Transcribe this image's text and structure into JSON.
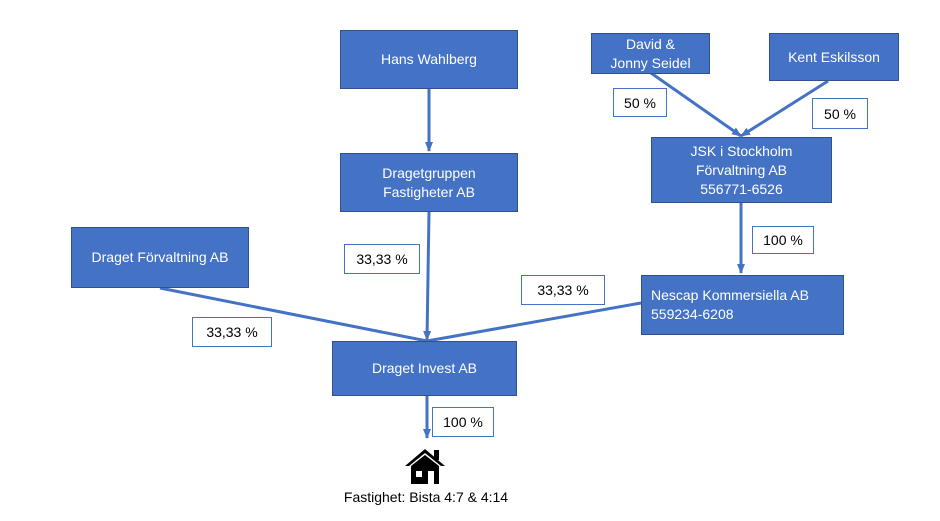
{
  "colors": {
    "node_fill": "#4472c4",
    "node_border": "#2f528f",
    "edge": "#4472c4"
  },
  "nodes": {
    "hans": {
      "lines": [
        "Hans Wahlberg"
      ]
    },
    "david": {
      "lines": [
        "David &",
        "Jonny Seidel"
      ]
    },
    "kent": {
      "lines": [
        "Kent Eskilsson"
      ]
    },
    "dragetgruppen": {
      "lines": [
        "Dragetgruppen",
        "Fastigheter AB"
      ]
    },
    "jsk": {
      "lines": [
        "JSK i Stockholm",
        "Förvaltning AB",
        "556771-6526"
      ]
    },
    "draget_forvaltning": {
      "lines": [
        "Draget Förvaltning AB"
      ]
    },
    "nescap": {
      "lines": [
        "Nescap Kommersiella AB",
        "559234-6208"
      ]
    },
    "draget_invest": {
      "lines": [
        "Draget Invest AB"
      ]
    }
  },
  "ownership": {
    "david_jsk": "50 %",
    "kent_jsk": "50 %",
    "jsk_nescap": "100 %",
    "dragetgruppen_invest": "33,33 %",
    "nescap_invest": "33,33 %",
    "forvaltning_invest": "33,33 %",
    "invest_property": "100 %"
  },
  "property": {
    "icon": "house-icon",
    "label": "Fastighet: Bista 4:7 & 4:14"
  }
}
